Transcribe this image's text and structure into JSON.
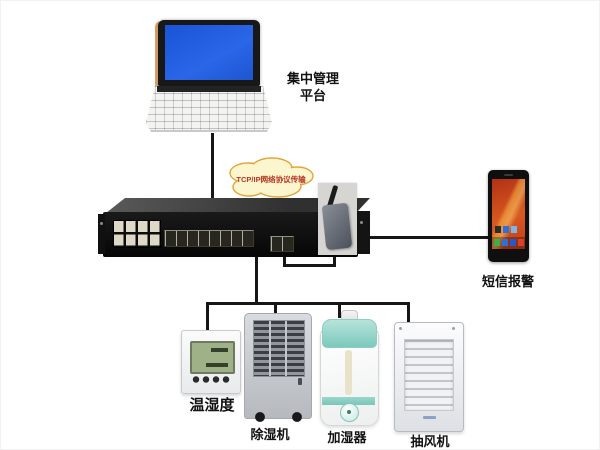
{
  "nodes": {
    "laptop": {
      "icon": "laptop-icon",
      "label_line1": "集中管理",
      "label_line2": "平台"
    },
    "cloud": {
      "icon": "network-cloud-icon",
      "label": "TCP/IP网络协议传输"
    },
    "switch": {
      "icon": "rackmount-switch-icon"
    },
    "modem": {
      "icon": "gsm-antenna-modem-icon"
    },
    "phone": {
      "icon": "smartphone-icon",
      "label": "短信报警"
    },
    "sensor": {
      "icon": "thermo-hygrometer-icon",
      "label": "温湿度"
    },
    "dehumidifier": {
      "icon": "dehumidifier-icon",
      "label": "除湿机"
    },
    "humidifier": {
      "icon": "humidifier-icon",
      "label": "加湿器"
    },
    "fan": {
      "icon": "exhaust-fan-icon",
      "label": "抽风机"
    }
  },
  "colors": {
    "connector": "#161616",
    "cloud_fill": "#fcf6cf",
    "cloud_border": "#e2a43c",
    "cloud_text": "#b53826",
    "laptop_screen": "#2260e0",
    "phone_wallpaper": "#d85a20",
    "humidifier_accent": "#7cc9bc",
    "lcd_green": "#9fb287"
  }
}
